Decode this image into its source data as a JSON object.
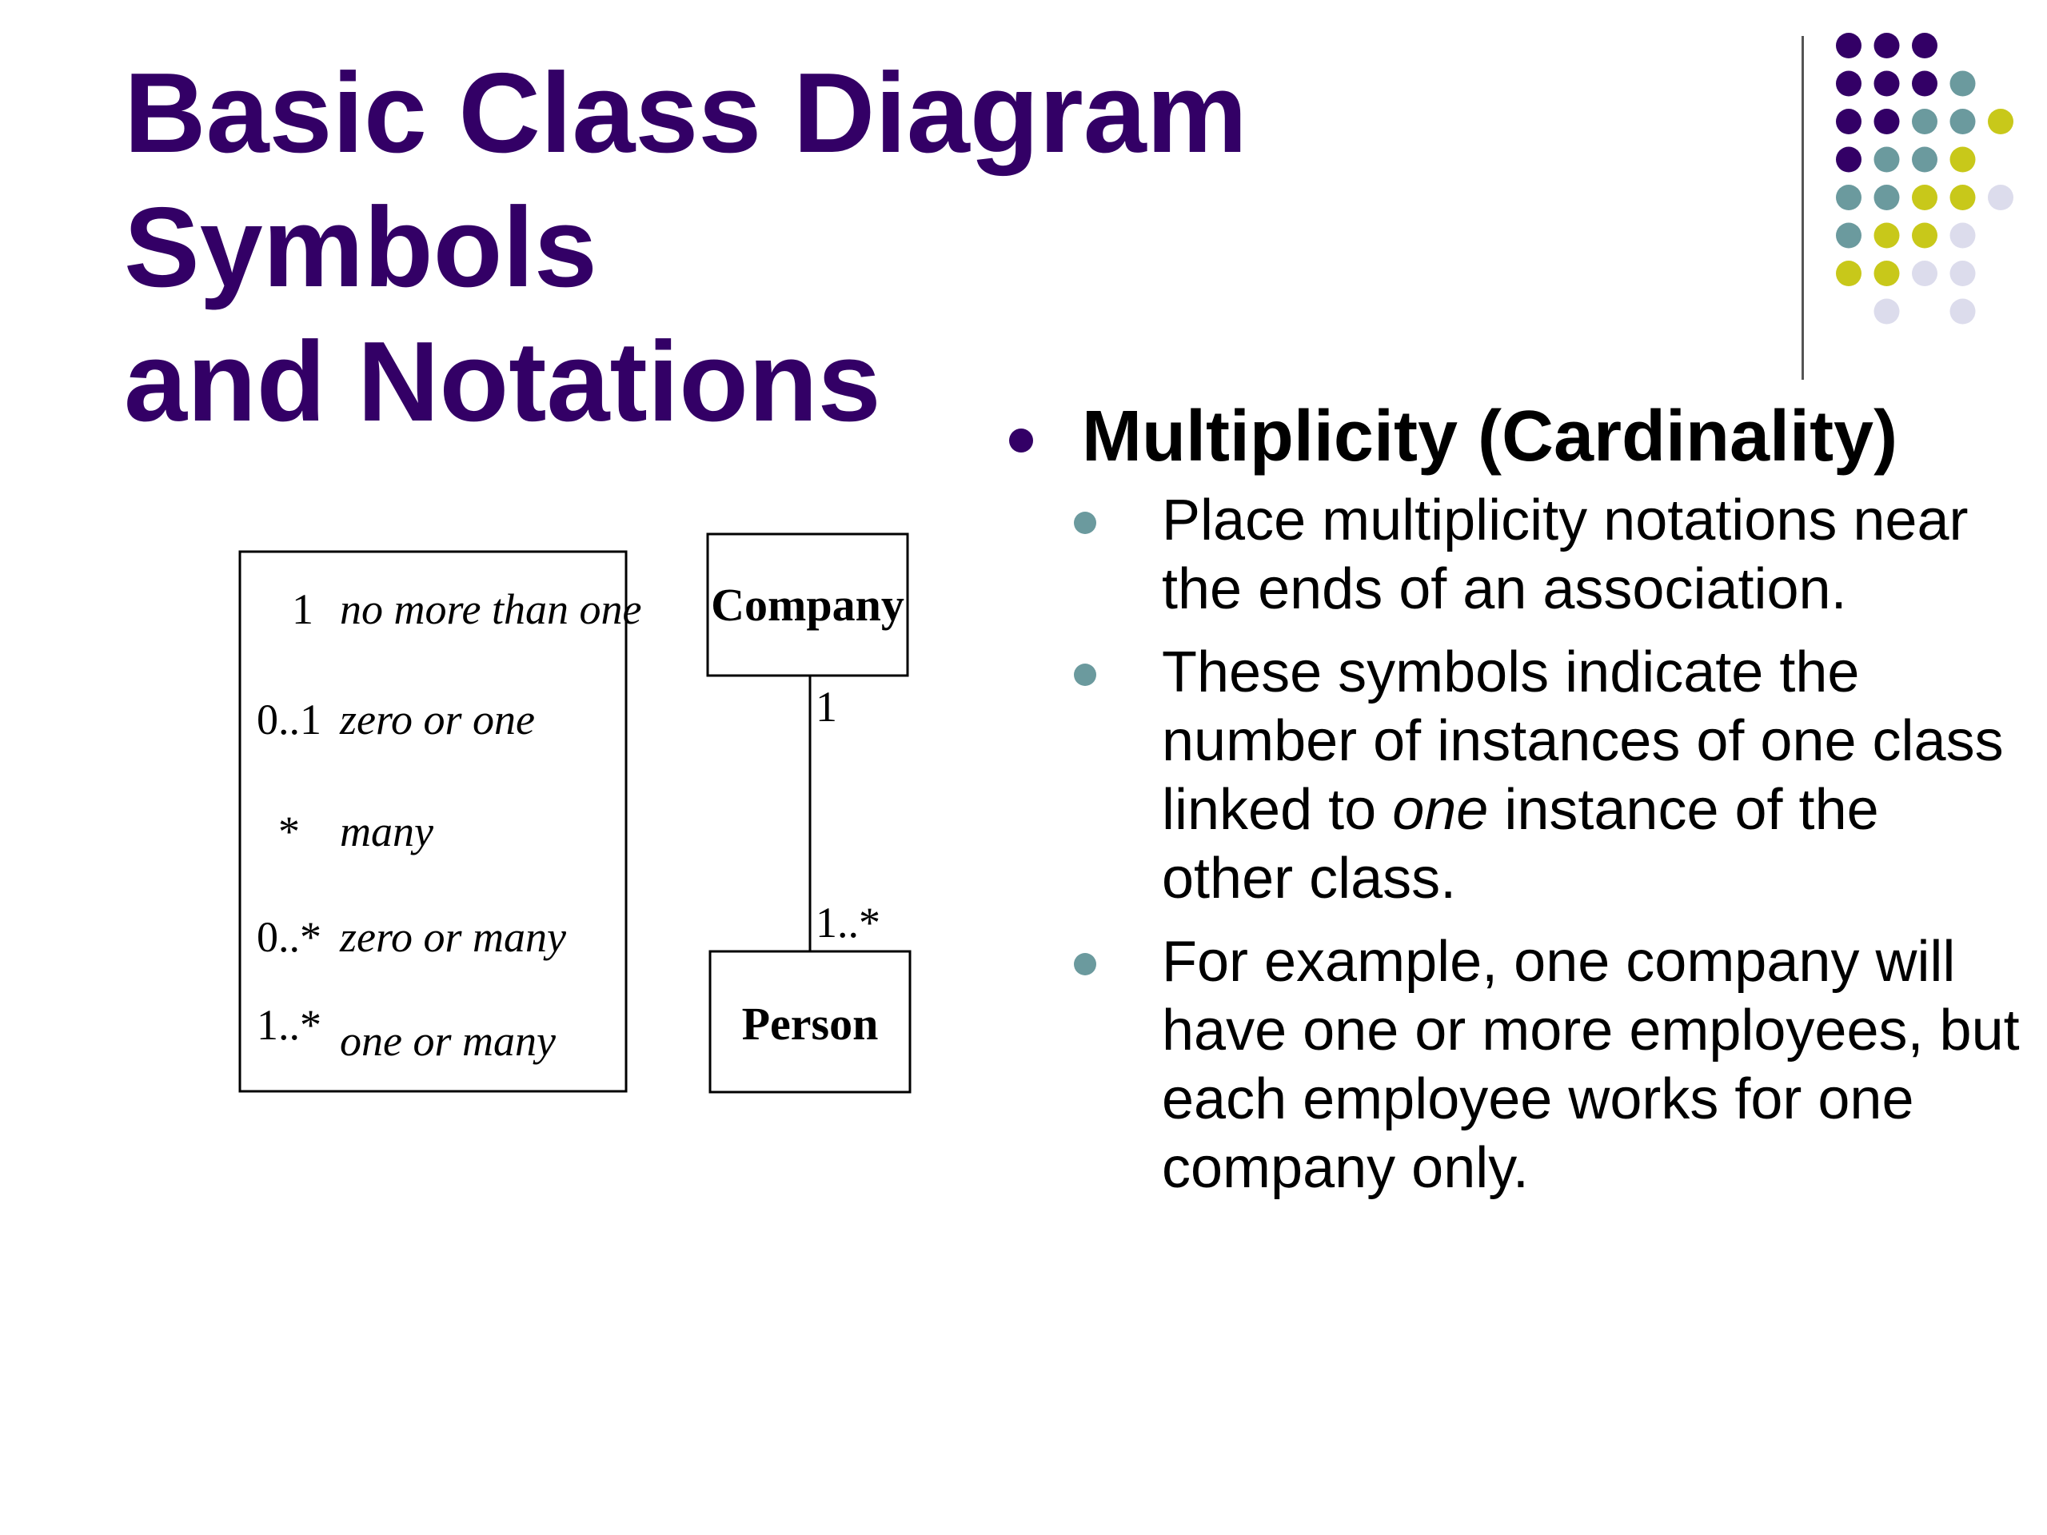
{
  "title_lines": [
    "Basic Class Diagram Symbols",
    "and Notations"
  ],
  "colors": {
    "title": "#330066",
    "dot_purple": "#330066",
    "dot_teal": "#6b9a9e",
    "dot_yellow": "#c8c81a",
    "dot_lavender": "#dcdcec"
  },
  "decorations": {
    "dot_grid_rows": [
      [
        "purple",
        "purple",
        "purple",
        "none",
        "none"
      ],
      [
        "purple",
        "purple",
        "purple",
        "teal",
        "none"
      ],
      [
        "purple",
        "purple",
        "teal",
        "teal",
        "yellow"
      ],
      [
        "purple",
        "teal",
        "teal",
        "yellow",
        "none"
      ],
      [
        "teal",
        "teal",
        "yellow",
        "yellow",
        "lavender"
      ],
      [
        "teal",
        "yellow",
        "yellow",
        "lavender",
        "none"
      ],
      [
        "yellow",
        "yellow",
        "lavender",
        "lavender",
        "none"
      ],
      [
        "none",
        "lavender",
        "none",
        "lavender",
        "none"
      ]
    ]
  },
  "diagram": {
    "legend": [
      {
        "symbol": "1",
        "meaning": "no more than one"
      },
      {
        "symbol": "0..1",
        "meaning": "zero or one"
      },
      {
        "symbol": "*",
        "meaning": "many"
      },
      {
        "symbol": "0..*",
        "meaning": "zero or many"
      },
      {
        "symbol": "1..*",
        "meaning": "one or many"
      }
    ],
    "class_top": "Company",
    "class_bottom": "Person",
    "mult_top": "1",
    "mult_bottom": "1..*"
  },
  "bullets": {
    "heading": "Multiplicity (Cardinality)",
    "items": [
      {
        "text": "Place multiplicity notations near the ends of an association."
      },
      {
        "pre": "These symbols indicate the number of instances of one class linked to ",
        "em": "one",
        "post": " instance of the other class."
      },
      {
        "text": "For example, one company will have one or more employees, but each employee works for one company only."
      }
    ]
  }
}
